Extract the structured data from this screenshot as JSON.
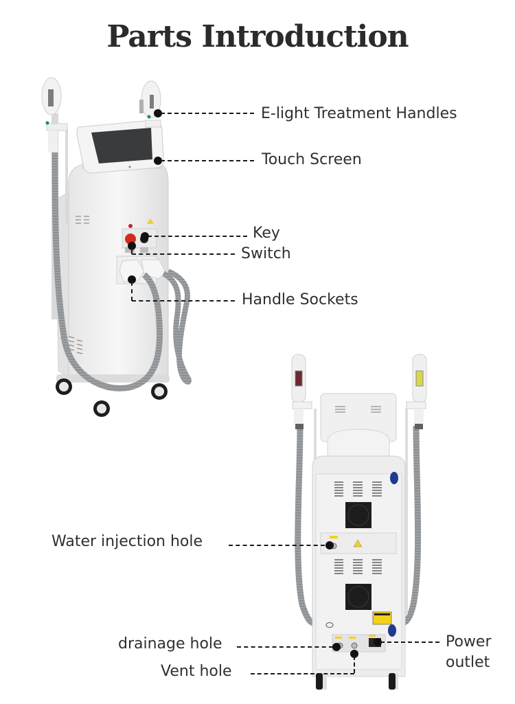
{
  "title": "Parts Introduction",
  "front_view": {
    "callouts": [
      {
        "id": "handles",
        "label": "E-light Treatment Handles"
      },
      {
        "id": "screen",
        "label": "Touch Screen"
      },
      {
        "id": "key",
        "label": "Key"
      },
      {
        "id": "switch",
        "label": "Switch"
      },
      {
        "id": "sockets",
        "label": "Handle Sockets"
      }
    ]
  },
  "back_view": {
    "callouts": [
      {
        "id": "water",
        "label": "Water injection hole"
      },
      {
        "id": "drainage",
        "label": "drainage hole"
      },
      {
        "id": "vent",
        "label": "Vent hole"
      },
      {
        "id": "power",
        "label": "Power\noutlet"
      }
    ],
    "power_line1": "Power",
    "power_line2": "outlet"
  },
  "colors": {
    "text": "#2f2f2f",
    "body": "#eeeeee",
    "hose": "#8a8d90",
    "screen": "#3a3b3d",
    "red_button": "#d42a1f",
    "badge_blue": "#1f3a8f",
    "warning_yellow": "#f2d21b"
  }
}
